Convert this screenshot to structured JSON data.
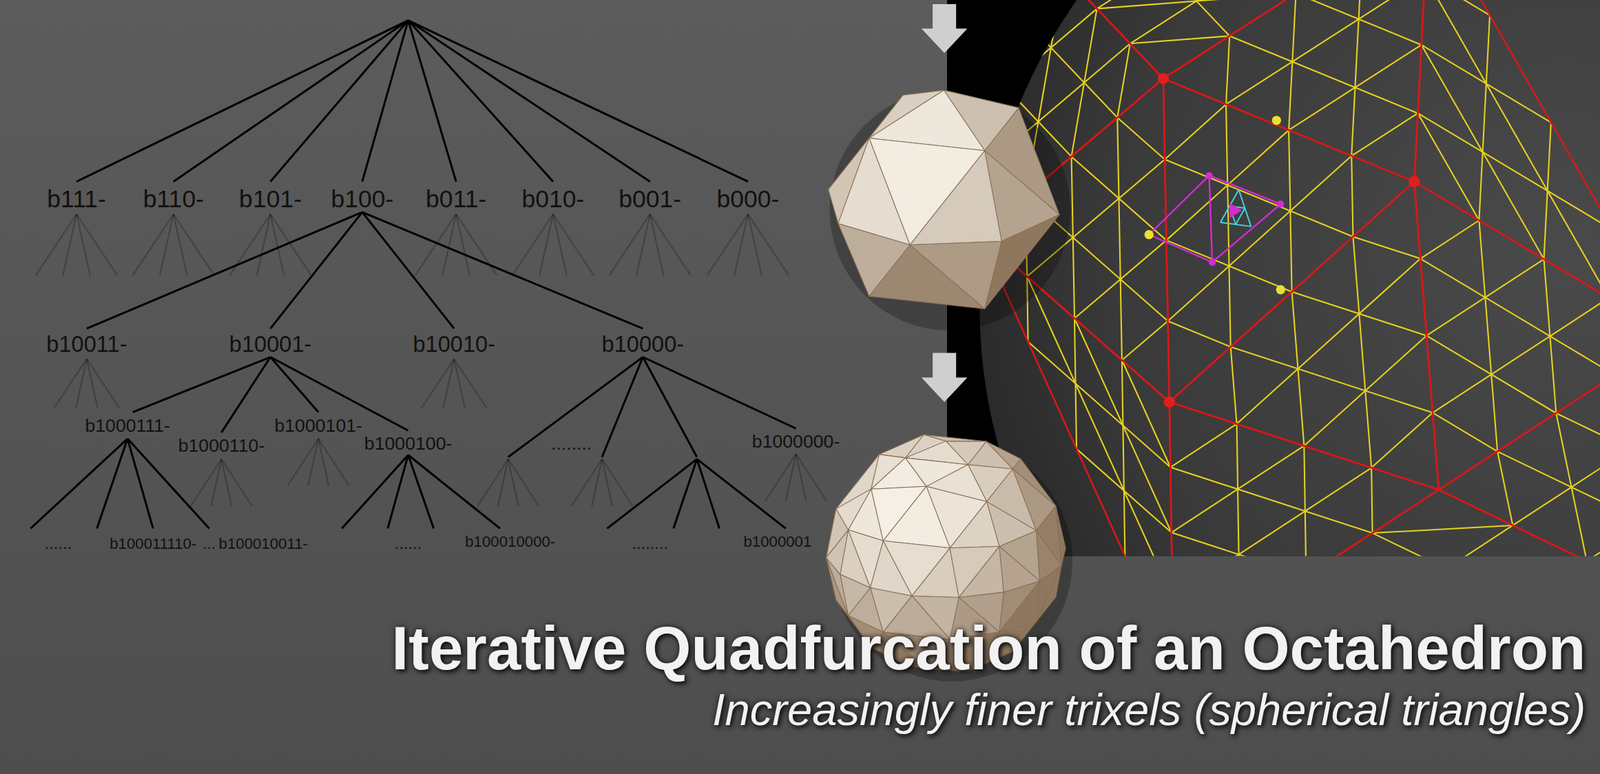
{
  "diagram": {
    "title": "Iterative Quadfurcation of an Octahedron",
    "caption": "Increasingly finer trixels (spherical triangles)",
    "labels": [
      "b111-",
      "b110-",
      "b101-",
      "b100-",
      "b011-",
      "b010-",
      "b001-",
      "b000-",
      "b10011-",
      "b10001-",
      "b10010-",
      "b10000-",
      "b1000111-",
      "b1000110-",
      "b1000101-",
      "b1000100-",
      "........",
      "b1000000-",
      "......",
      "b100011110-",
      "...",
      "b100010011-",
      "......",
      "b100010000-",
      "........",
      "b1000001"
    ]
  }
}
